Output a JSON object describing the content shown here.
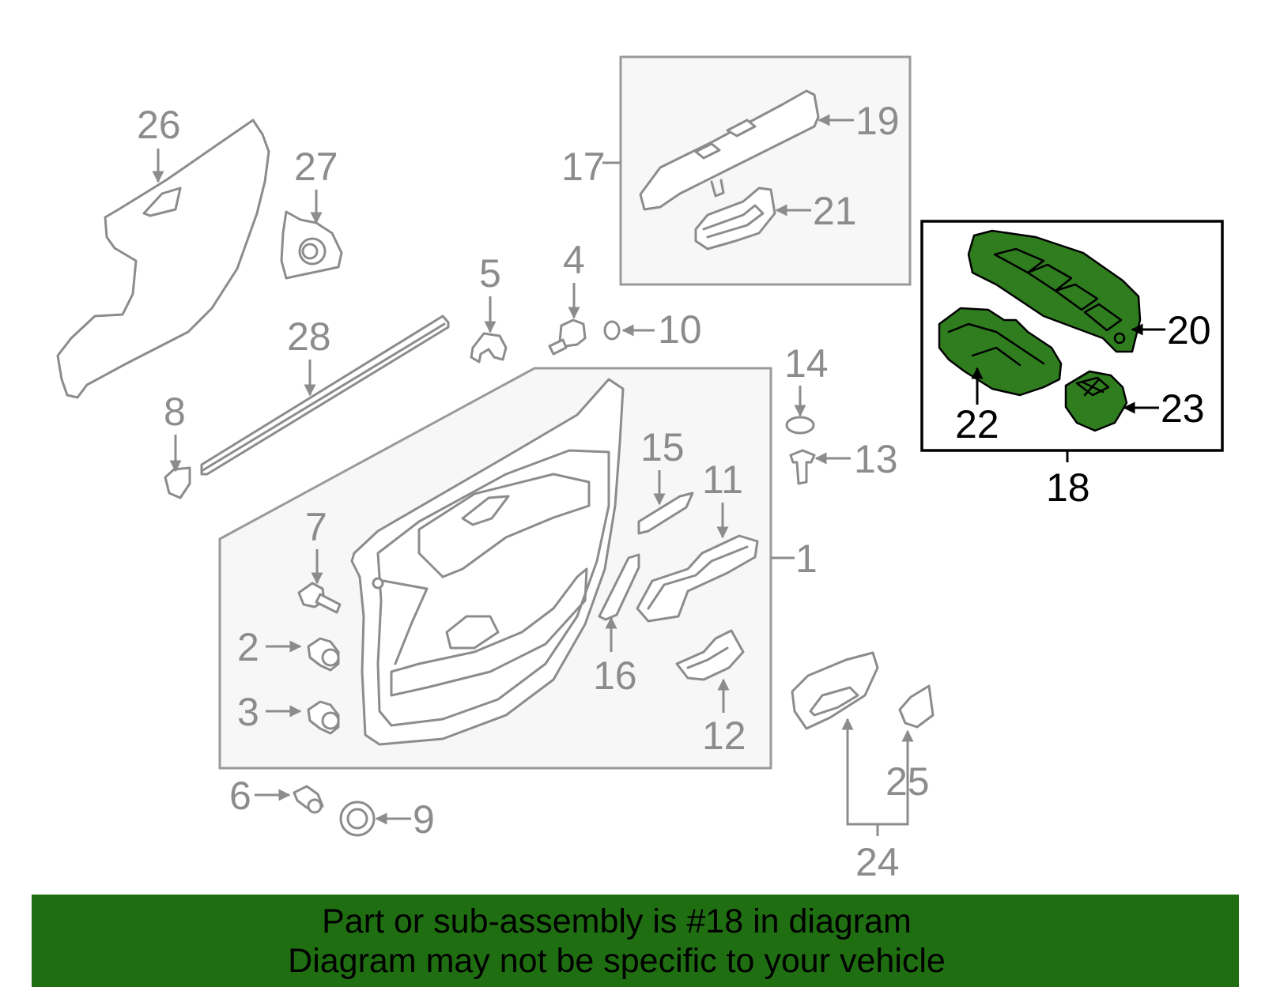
{
  "colors": {
    "highlight_fill": "#2f7d1f",
    "banner_bg": "#1f6e12",
    "outline_gray": "#8c8c8c",
    "label_gray": "#8c8c8c",
    "highlight_outline": "#000000"
  },
  "callouts": {
    "c1": "1",
    "c2": "2",
    "c3": "3",
    "c4": "4",
    "c5": "5",
    "c6": "6",
    "c7": "7",
    "c8": "8",
    "c9": "9",
    "c10": "10",
    "c11": "11",
    "c12": "12",
    "c13": "13",
    "c14": "14",
    "c15": "15",
    "c16": "16",
    "c17": "17",
    "c18": "18",
    "c19": "19",
    "c20": "20",
    "c21": "21",
    "c22": "22",
    "c23": "23",
    "c24": "24",
    "c25": "25",
    "c26": "26",
    "c27": "27",
    "c28": "28"
  },
  "highlighted_part": "18",
  "banner": {
    "line1": "Part or sub-assembly is #18 in diagram",
    "line2": "Diagram may not be specific to your vehicle"
  }
}
